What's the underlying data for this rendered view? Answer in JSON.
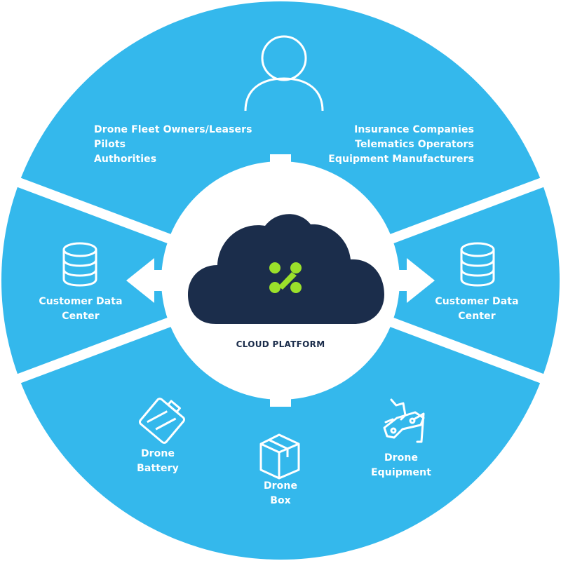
{
  "colors": {
    "ring": "#34b8ec",
    "divider": "#ffffff",
    "cloud": "#1b2d4b",
    "logo": "#9be02b",
    "label": "#ffffff",
    "center_text": "#1b2d4b"
  },
  "center": {
    "title": "CLOUD PLATFORM",
    "icon": "cloud-icon",
    "logo": "platform-logo-icon"
  },
  "segments": {
    "top_left": {
      "lines": [
        "Drone Fleet Owners/Leasers",
        "Pilots",
        "Authorities"
      ]
    },
    "top_right": {
      "lines": [
        "Insurance Companies",
        "Telematics Operators",
        "Equipment Manufacturers"
      ],
      "icon": "user-icon"
    },
    "left": {
      "lines": [
        "Customer Data",
        "Center"
      ],
      "icon": "database-icon"
    },
    "right": {
      "lines": [
        "Customer Data",
        "Center"
      ],
      "icon": "database-icon"
    },
    "bottom_left": {
      "lines": [
        "Drone",
        "Battery"
      ],
      "icon": "battery-icon"
    },
    "bottom": {
      "lines": [
        "Drone",
        "Box"
      ],
      "icon": "box-icon"
    },
    "bottom_right": {
      "lines": [
        "Drone",
        "Equipment"
      ],
      "icon": "multitool-icon"
    }
  }
}
